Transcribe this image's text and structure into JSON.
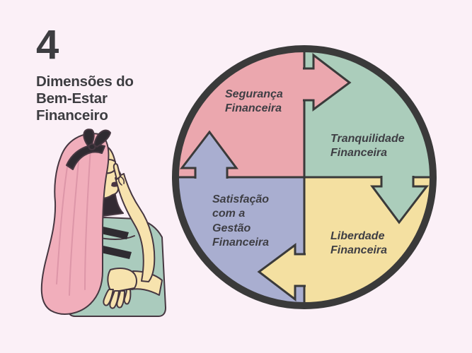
{
  "page": {
    "background_color": "#fbf0f7"
  },
  "header": {
    "number": "4",
    "title_lines": [
      "Dimensões do",
      "Bem-Estar",
      "Financeiro"
    ],
    "text_color": "#3d3d41"
  },
  "diagram": {
    "type": "circular-cycle",
    "outline_color": "#3a3a3a",
    "label_color": "#3e3e44",
    "quadrants": [
      {
        "name": "seguranca-financeira",
        "position": "top-left",
        "color": "#eba7ae",
        "lines": [
          "Segurança",
          "Financeira"
        ]
      },
      {
        "name": "tranquilidade-financeira",
        "position": "top-right",
        "color": "#abcdbb",
        "lines": [
          "Tranquilidade",
          "Financeira"
        ]
      },
      {
        "name": "satisfacao-com-a-gestao-financeira",
        "position": "bottom-left",
        "color": "#a9aed0",
        "lines": [
          "Satisfação",
          "com a",
          "Gestão",
          "Financeira"
        ]
      },
      {
        "name": "liberdade-financeira",
        "position": "bottom-right",
        "color": "#f4e0a1",
        "lines": [
          "Liberdade",
          "Financeira"
        ]
      }
    ]
  },
  "illustration": {
    "name": "woman-thinking",
    "hair_color": "#f1aebb",
    "hair_line_color": "#dd96a8",
    "skin_color": "#f7e3ae",
    "skin_shade_color": "#f1c5a1",
    "top_color": "#aacbbd",
    "stripe_color": "#2f2b31",
    "earring_color": "#7fc5b8",
    "lips_color": "#4a3642",
    "outline_color": "#463741"
  }
}
